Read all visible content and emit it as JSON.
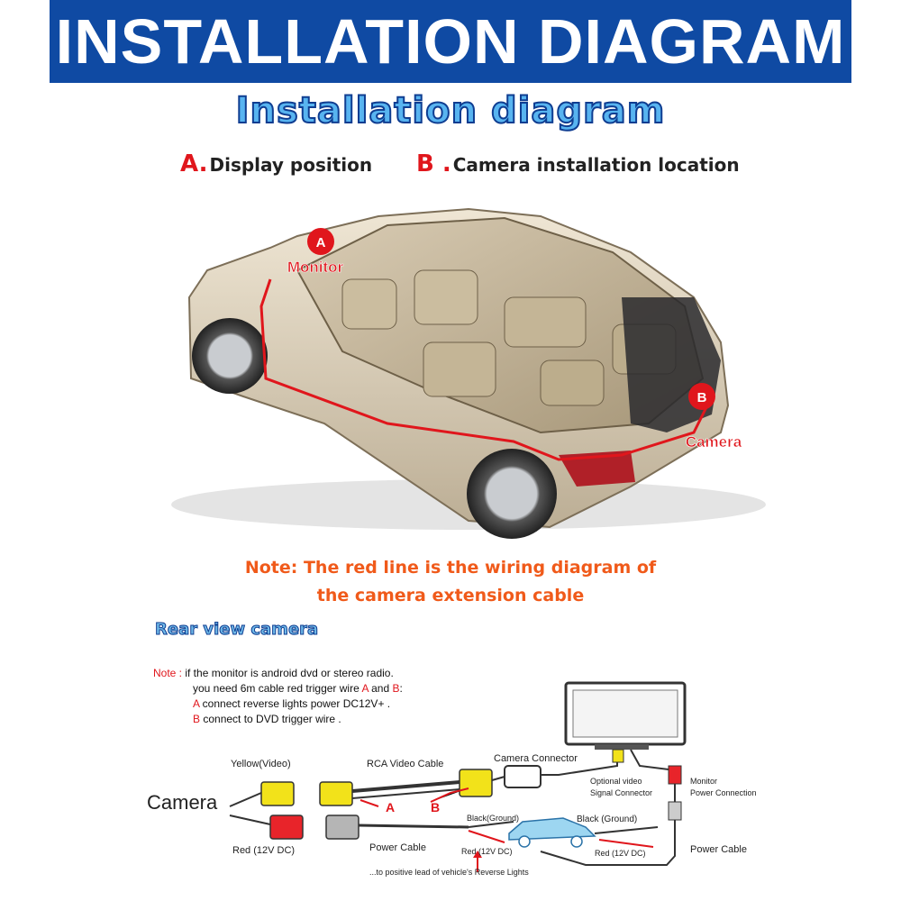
{
  "banner": {
    "title": "INSTALLATION DIAGRAM",
    "color": "#0f4aa3"
  },
  "subtitle": "Installation diagram",
  "legend": {
    "a_letter": "A.",
    "a_text": "Display position",
    "b_letter": "B .",
    "b_text": "Camera installation location"
  },
  "car_markers": {
    "a_letter": "A",
    "a_label": "Monitor",
    "b_letter": "B",
    "b_label": "Camera"
  },
  "note_top": {
    "line1": "Note: The red line is the wiring diagram of",
    "line2": "the camera extension cable"
  },
  "rear_section": {
    "title": "Rear view camera",
    "note_label": "Note :",
    "note_line1": " if the monitor is android dvd or stereo radio.",
    "note_line2_pre": "you need 6m cable red trigger wire ",
    "note_line2_a": "A",
    "note_line2_mid": " and ",
    "note_line2_b": "B",
    "note_line2_post": ":",
    "note_line3_letter": "A",
    "note_line3": " connect reverse lights power DC12V+ .",
    "note_line4_letter": "B",
    "note_line4": " connect to DVD trigger wire ."
  },
  "wiring": {
    "camera": "Camera",
    "yellow_video": "Yellow(Video)",
    "red_12v": "Red (12V DC)",
    "rca_cable": "RCA Video Cable",
    "wire_a": "A",
    "wire_b": "B",
    "power_cable_1": "Power Cable",
    "camera_connector": "Camera Connector",
    "black_ground_1": "Black(Ground)",
    "red_12v_2": "Red (12V DC)",
    "positive_lead": "...to positive lead of vehicle's Reverse Lights",
    "black_ground_2": "Black (Ground)",
    "red_12v_3": "Red (12V DC)",
    "optional_video_1": "Optional video",
    "optional_video_2": "Signal Connector",
    "monitor_power_1": "Monitor",
    "monitor_power_2": "Power Connection",
    "power_cable_2": "Power Cable"
  },
  "colors": {
    "red_wire": "#e0161c",
    "yellow_plug": "#f2e21a",
    "red_plug": "#e8242a",
    "note_orange": "#f05a1a"
  }
}
